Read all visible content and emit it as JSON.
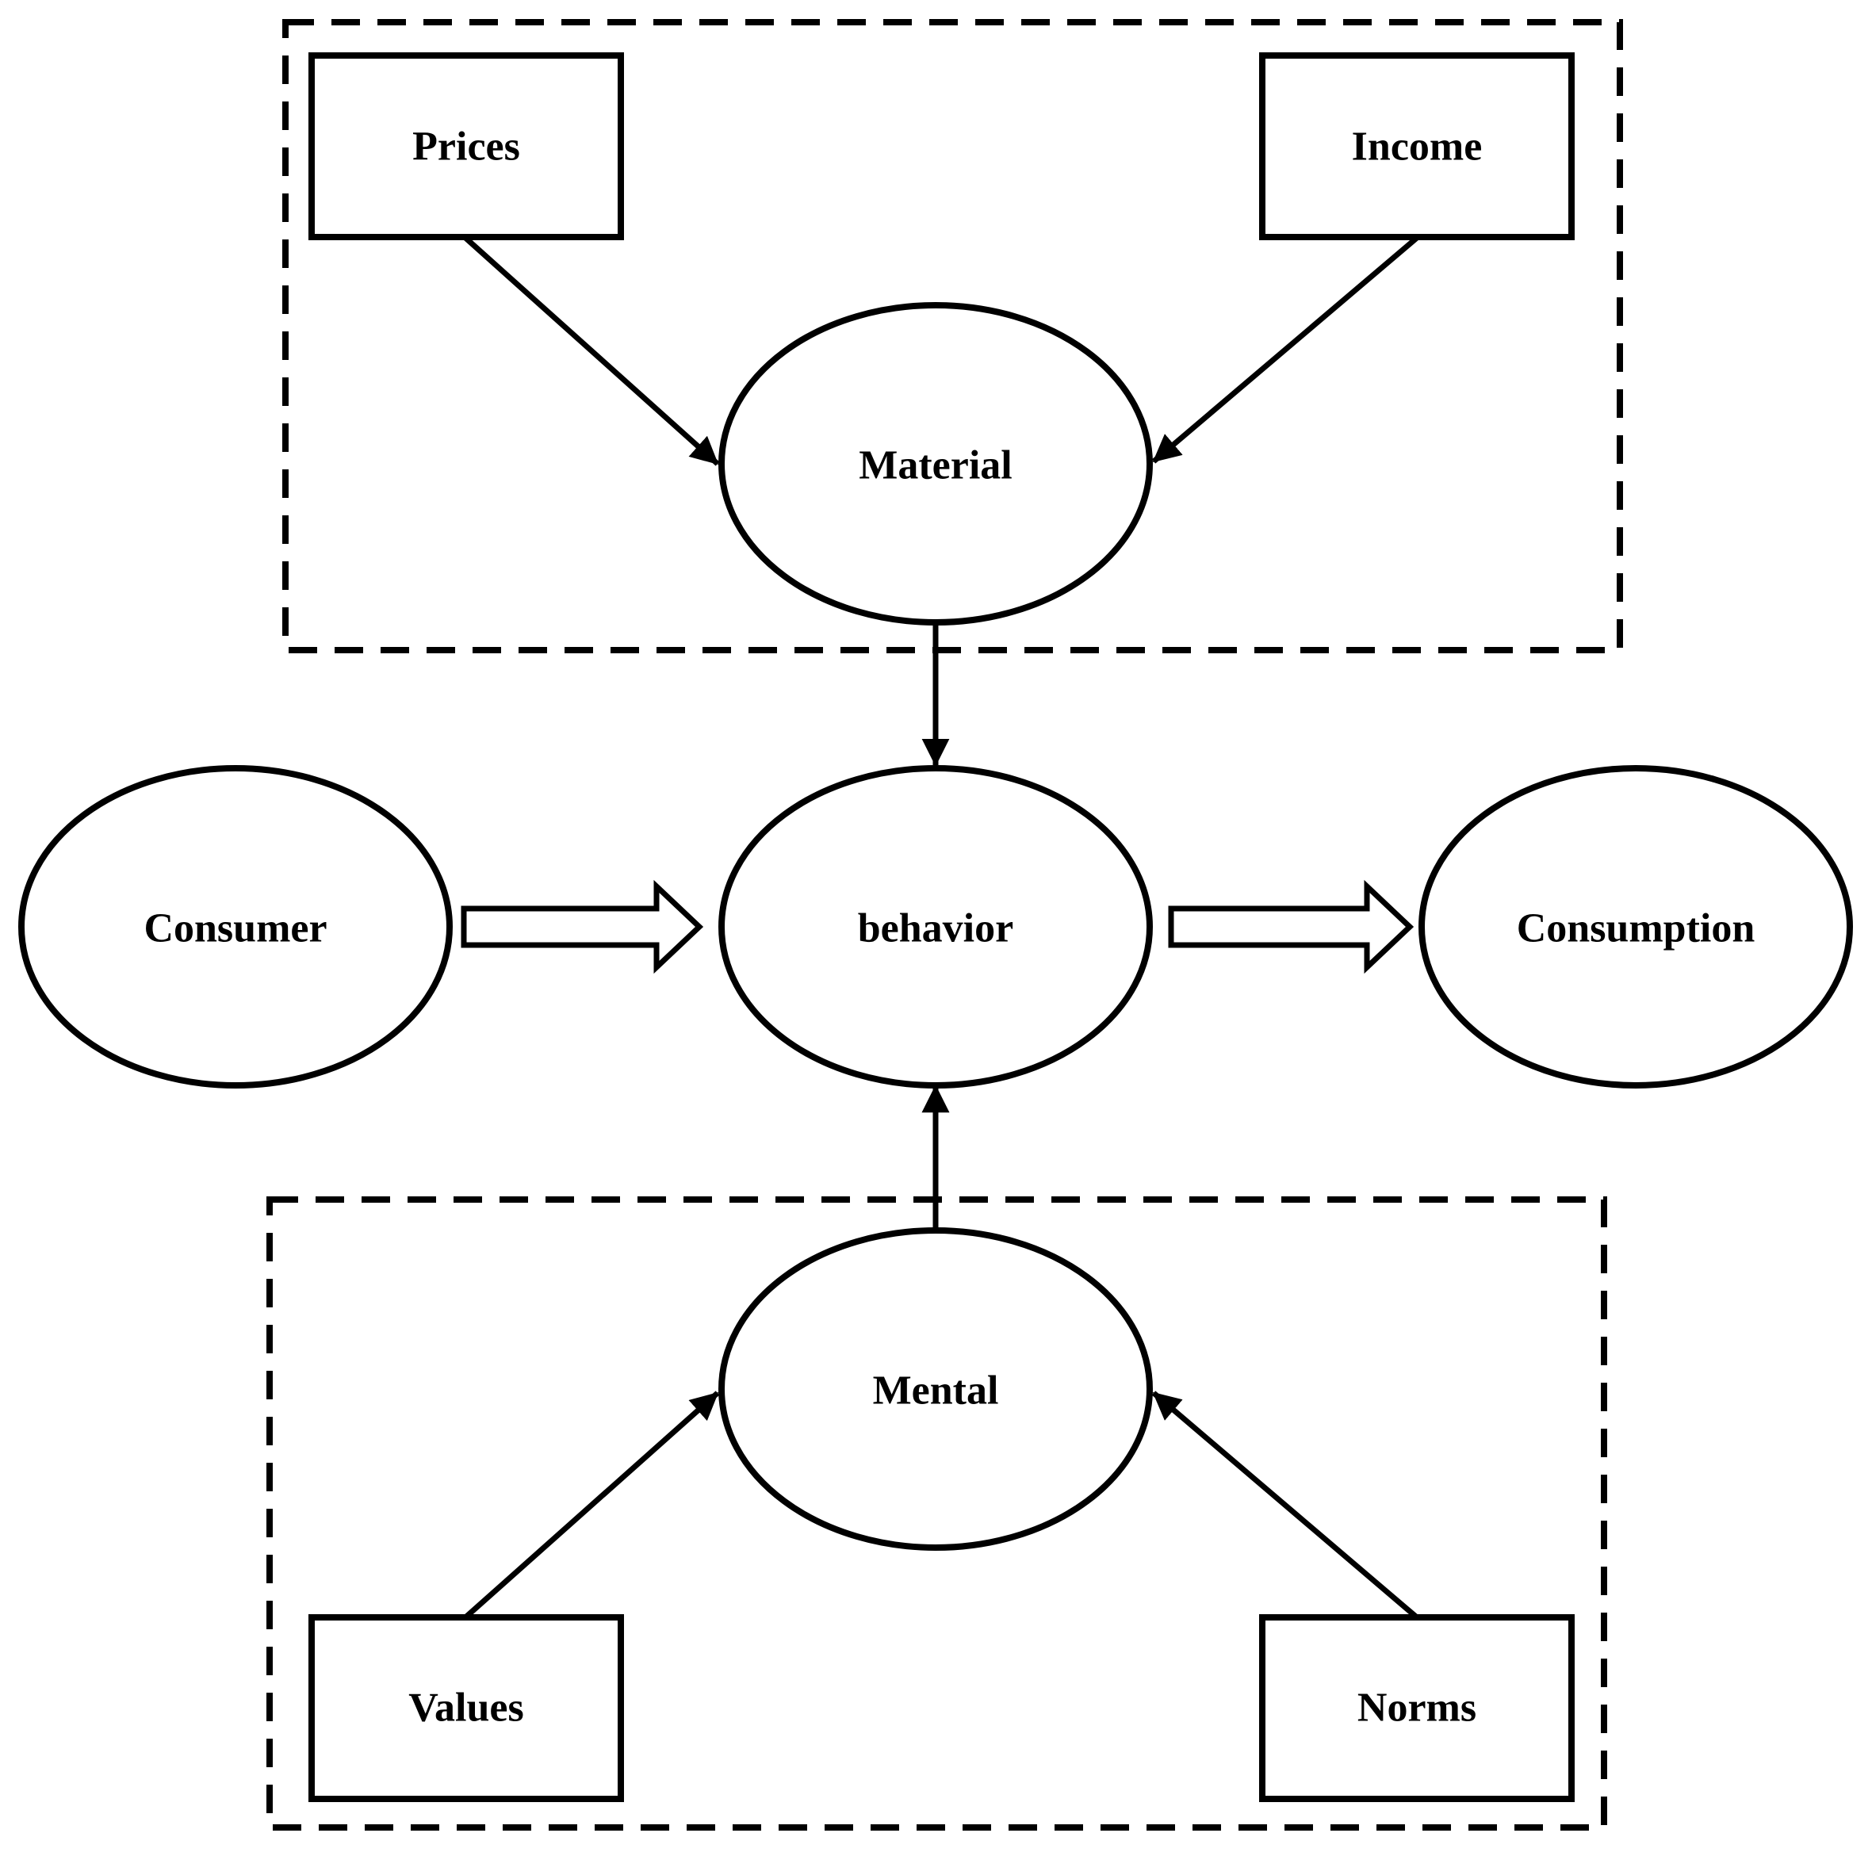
{
  "diagram": {
    "nodes": {
      "prices": "Prices",
      "income": "Income",
      "material": "Material",
      "consumer": "Consumer",
      "behavior": "behavior",
      "consumption": "Consumption",
      "mental": "Mental",
      "values": "Values",
      "norms": "Norms"
    },
    "edges": [
      {
        "from": "prices",
        "to": "material",
        "style": "arrow"
      },
      {
        "from": "income",
        "to": "material",
        "style": "arrow"
      },
      {
        "from": "material",
        "to": "behavior",
        "style": "arrow"
      },
      {
        "from": "mental",
        "to": "behavior",
        "style": "arrow"
      },
      {
        "from": "values",
        "to": "mental",
        "style": "arrow"
      },
      {
        "from": "norms",
        "to": "mental",
        "style": "arrow"
      },
      {
        "from": "consumer",
        "to": "behavior",
        "style": "block-arrow"
      },
      {
        "from": "behavior",
        "to": "consumption",
        "style": "block-arrow"
      }
    ],
    "groups": [
      {
        "members": [
          "prices",
          "income",
          "material"
        ],
        "border": "dashed"
      },
      {
        "members": [
          "mental",
          "values",
          "norms"
        ],
        "border": "dashed"
      }
    ]
  },
  "colors": {
    "stroke": "#000000",
    "fill": "#ffffff",
    "background": "#ffffff"
  }
}
